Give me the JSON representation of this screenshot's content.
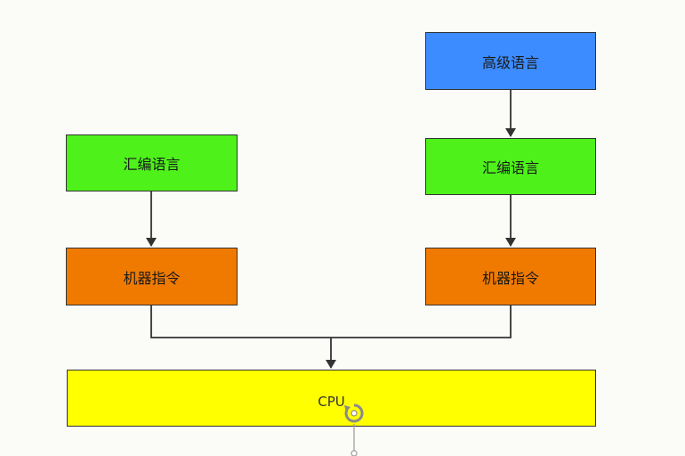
{
  "diagram": {
    "nodes": {
      "left_asm": {
        "label": "汇编语言",
        "color": "#4ef21a"
      },
      "left_machine": {
        "label": "机器指令",
        "color": "#f07a00"
      },
      "right_high": {
        "label": "高级语言",
        "color": "#3d8cff"
      },
      "right_asm": {
        "label": "汇编语言",
        "color": "#4ef21a"
      },
      "right_machine": {
        "label": "机器指令",
        "color": "#f07a00"
      },
      "cpu": {
        "label": "CPU",
        "color": "#ffff00"
      }
    },
    "edges": [
      {
        "from": "right_high",
        "to": "right_asm"
      },
      {
        "from": "left_asm",
        "to": "left_machine"
      },
      {
        "from": "right_asm",
        "to": "right_machine"
      },
      {
        "from": "left_machine",
        "to": "cpu"
      },
      {
        "from": "right_machine",
        "to": "cpu"
      }
    ],
    "line_color": "#333333"
  }
}
